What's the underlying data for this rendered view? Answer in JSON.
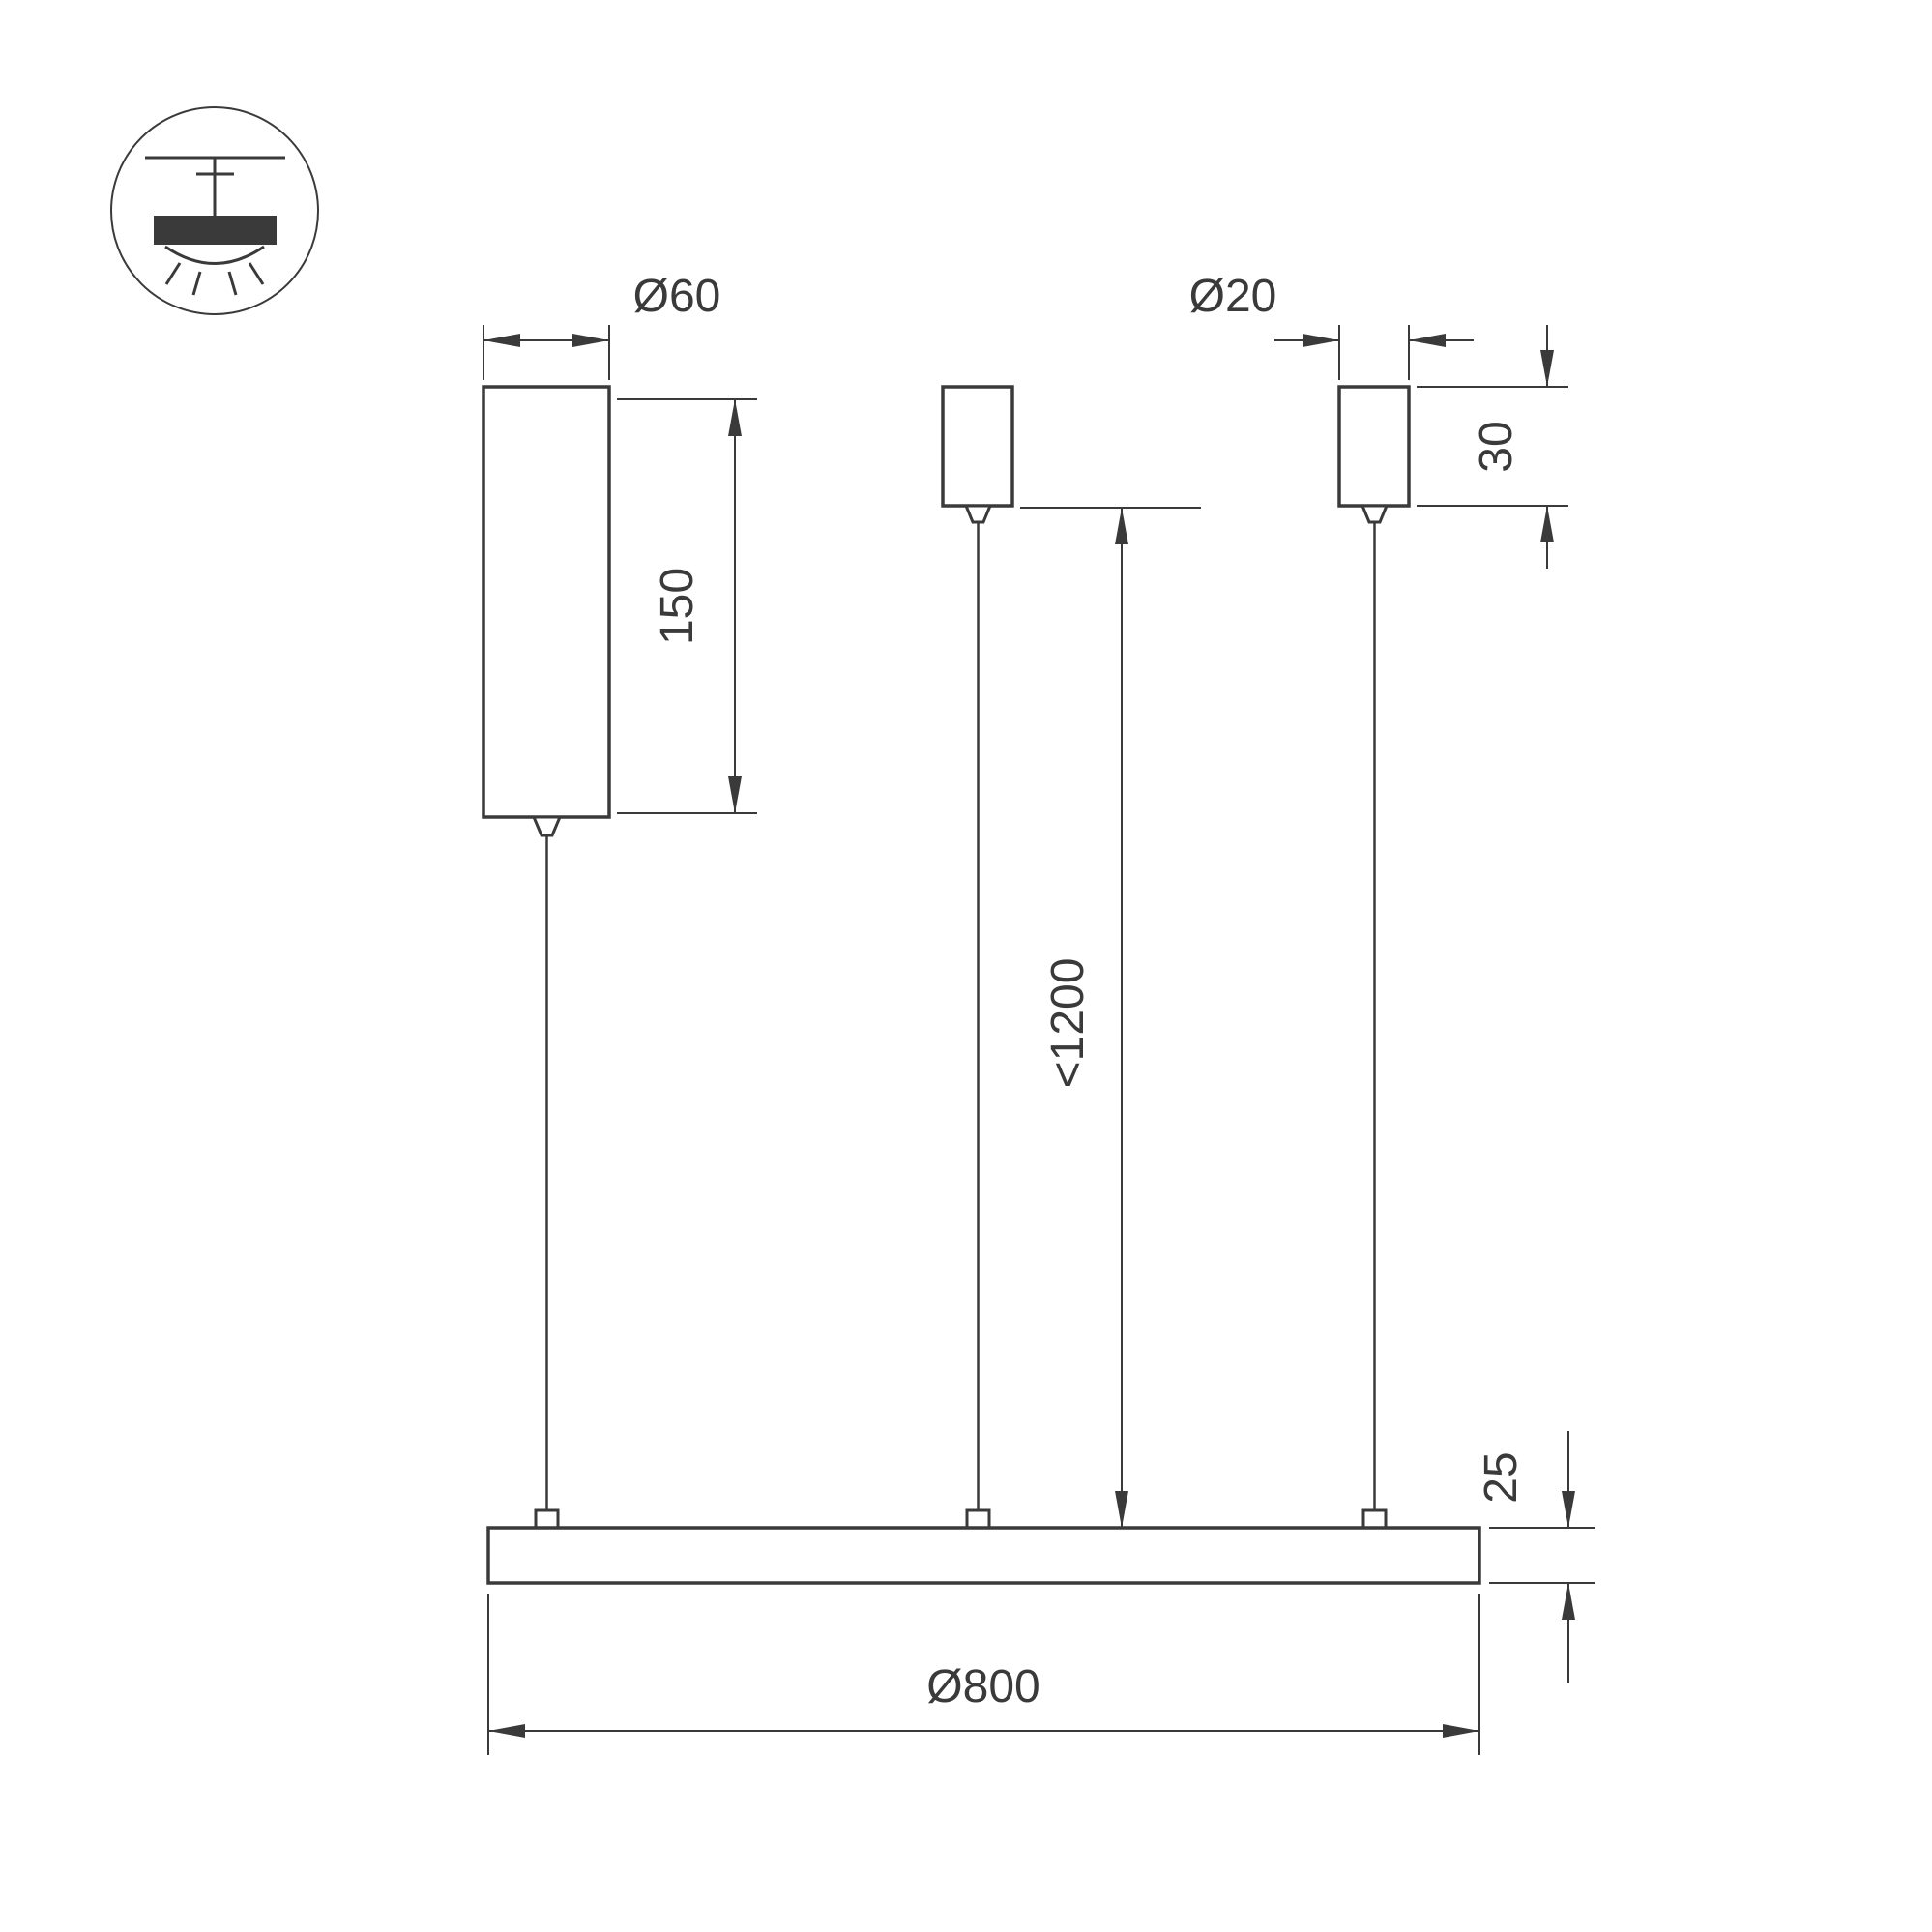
{
  "page": {
    "background_color": "#ffffff",
    "line_color": "#3a3a3a",
    "type": "technical dimension drawing of pendant luminaire"
  },
  "legend": {
    "icon": "ceiling-pendant-lamp-icon"
  },
  "labels": {
    "driver_diameter": "Ø60",
    "driver_height": "150",
    "canopy_diameter": "Ø20",
    "canopy_height": "30",
    "suspension_max_length": "<1200",
    "ring_profile_height": "25",
    "ring_diameter": "Ø800"
  }
}
